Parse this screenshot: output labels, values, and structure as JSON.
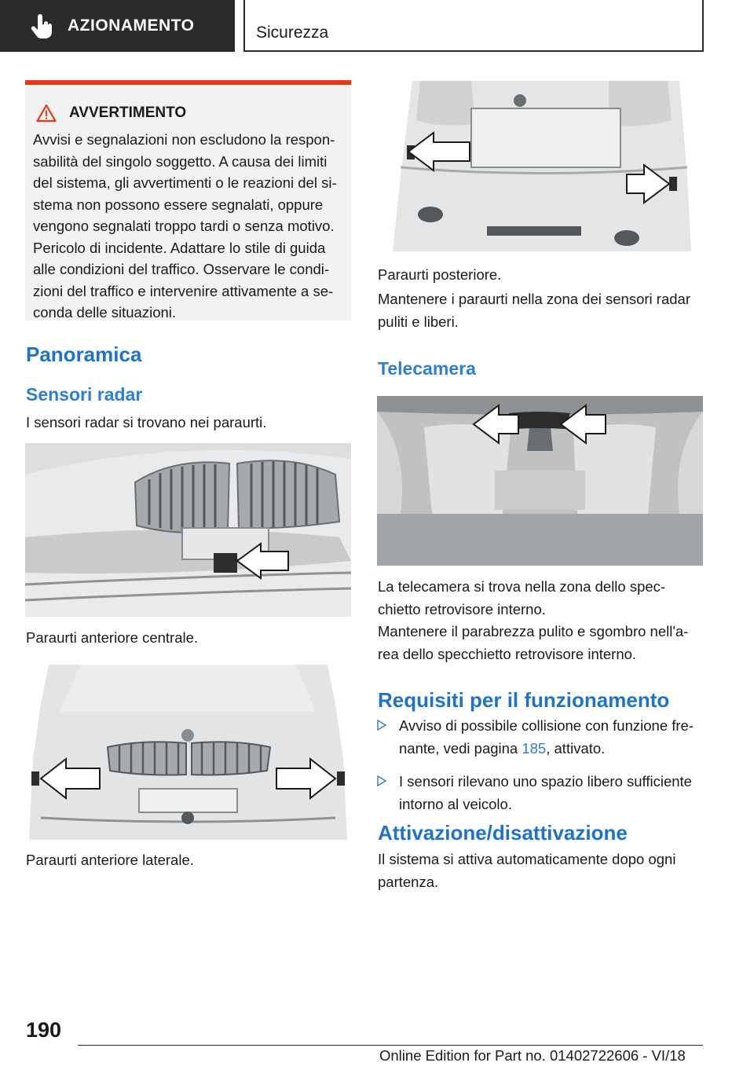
{
  "header": {
    "tab_label": "AZIONAMENTO",
    "section_label": "Sicurezza"
  },
  "warning": {
    "title": "AVVERTIMENTO",
    "text": "Avvisi e segnalazioni non escludono la respon-sabilità del singolo soggetto. A causa dei limiti del sistema, gli avvertimenti o le reazioni del si-stema non possono essere segnalati, oppure vengono segnalati troppo tardi o senza motivo. Pericolo di incidente. Adattare lo stile di guida alle condizioni del traffico. Osservare le condi-zioni del traffico e intervenire attivamente a se-conda delle situazioni."
  },
  "panoramica": {
    "heading": "Panoramica",
    "subheading": "Sensori radar",
    "intro": "I sensori radar si trovano nei paraurti.",
    "caption_front_center": "Paraurti anteriore centrale.",
    "caption_front_side": "Paraurti anteriore laterale.",
    "caption_rear": "Paraurti posteriore.",
    "rear_text": "Mantenere i paraurti nella zona dei sensori radar puliti e liberi."
  },
  "telecamera": {
    "heading": "Telecamera",
    "text1": "La telecamera si trova nella zona dello spec-chietto retrovisore interno.",
    "text2": "Mantenere il parabrezza pulito e sgombro nell'a-rea dello specchietto retrovisore interno."
  },
  "requisiti": {
    "heading": "Requisiti per il funzionamento",
    "item1_before": "Avviso di possibile collisione con funzione fre-nante, vedi pagina ",
    "item1_link": "185",
    "item1_after": ", attivato.",
    "item2": "I sensori rilevano uno spazio libero sufficiente intorno al veicolo."
  },
  "attivazione": {
    "heading": "Attivazione/disattivazione",
    "text": "Il sistema si attiva automaticamente dopo ogni partenza."
  },
  "footer": {
    "page_number": "190",
    "edition": "Online Edition for Part no. 01402722606 - VI/18"
  }
}
